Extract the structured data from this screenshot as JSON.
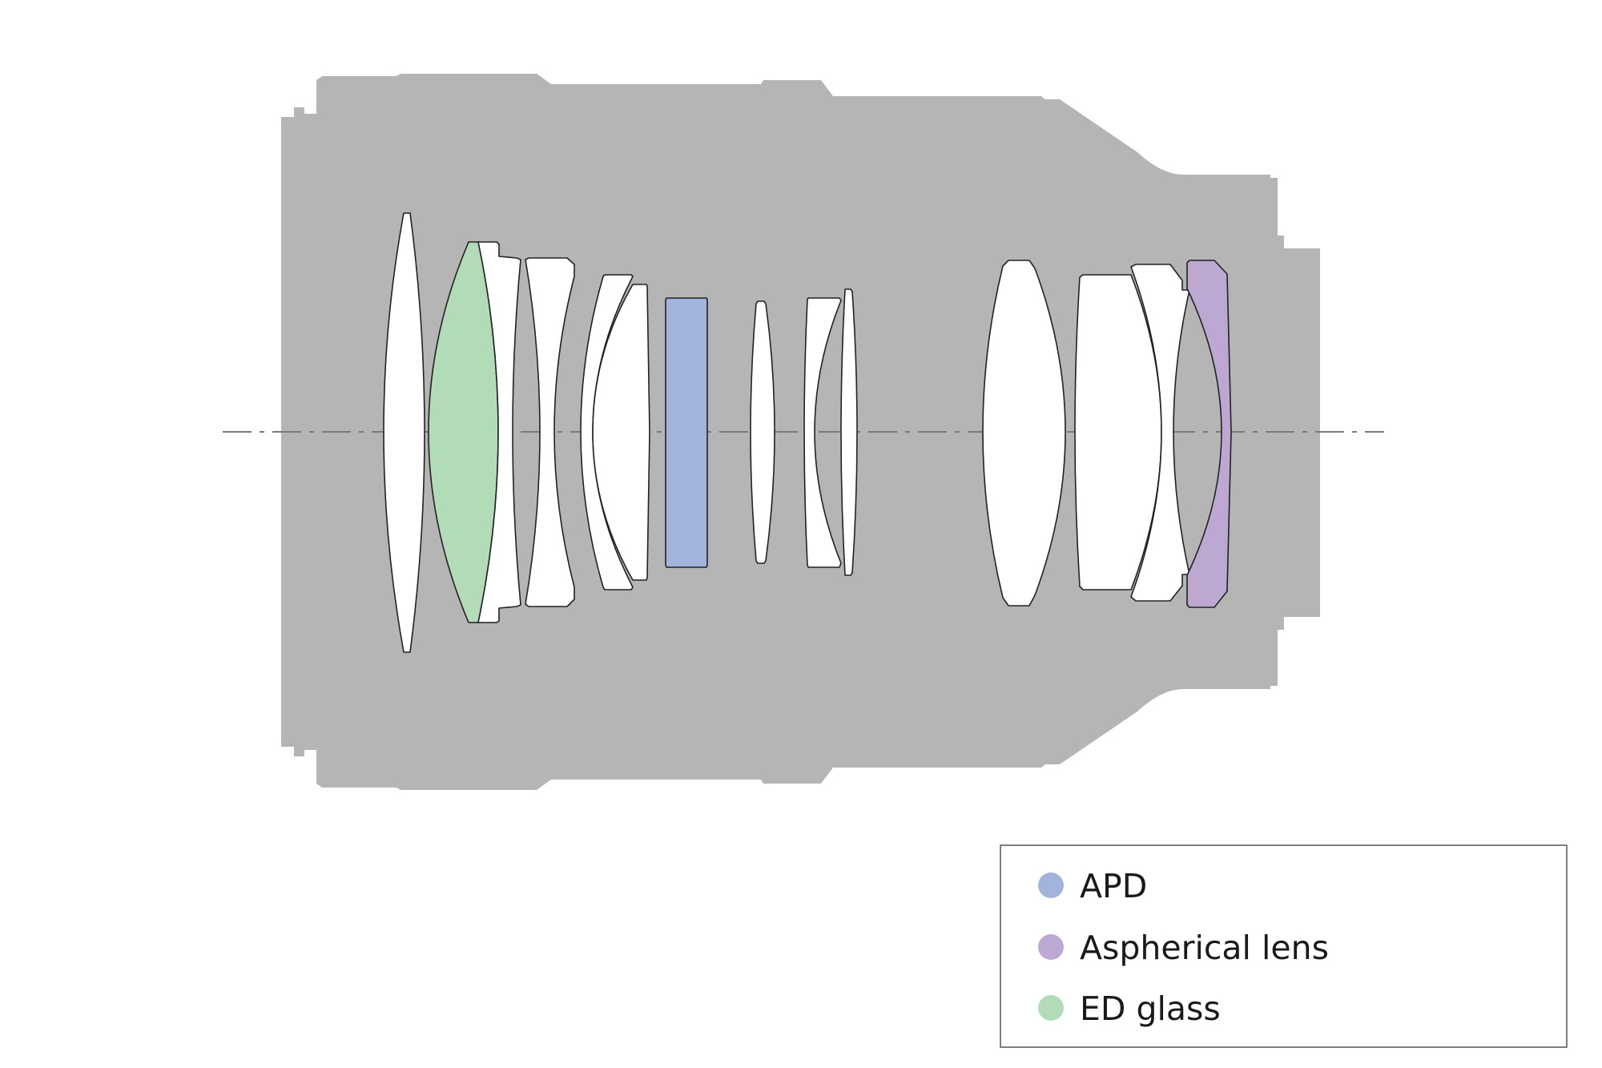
{
  "diagram": {
    "colors": {
      "background": "#ffffff",
      "barrel": "#b5b5b5",
      "lens_fill": "#ffffff",
      "lens_stroke": "#222222",
      "apd": "#a3b4dc",
      "aspherical": "#bca8d3",
      "ed_glass": "#b2dcb8",
      "axis": "#7a7a7a"
    },
    "elements": [
      {
        "id": "element-1",
        "type": "standard"
      },
      {
        "id": "element-2",
        "type": "ed_glass"
      },
      {
        "id": "element-3",
        "type": "standard"
      },
      {
        "id": "element-4",
        "type": "standard"
      },
      {
        "id": "element-5",
        "type": "standard"
      },
      {
        "id": "element-6",
        "type": "standard"
      },
      {
        "id": "element-7",
        "type": "apd"
      },
      {
        "id": "element-8",
        "type": "standard"
      },
      {
        "id": "element-9",
        "type": "standard"
      },
      {
        "id": "element-10",
        "type": "standard"
      },
      {
        "id": "element-11",
        "type": "standard"
      },
      {
        "id": "element-12",
        "type": "standard"
      },
      {
        "id": "element-13",
        "type": "standard"
      },
      {
        "id": "element-14",
        "type": "aspherical"
      }
    ]
  },
  "legend": {
    "items": [
      {
        "key": "apd",
        "label": "APD",
        "color": "#a3b4dc"
      },
      {
        "key": "aspherical",
        "label": "Aspherical lens",
        "color": "#bca8d3"
      },
      {
        "key": "ed_glass",
        "label": "ED glass",
        "color": "#b2dcb8"
      }
    ]
  }
}
